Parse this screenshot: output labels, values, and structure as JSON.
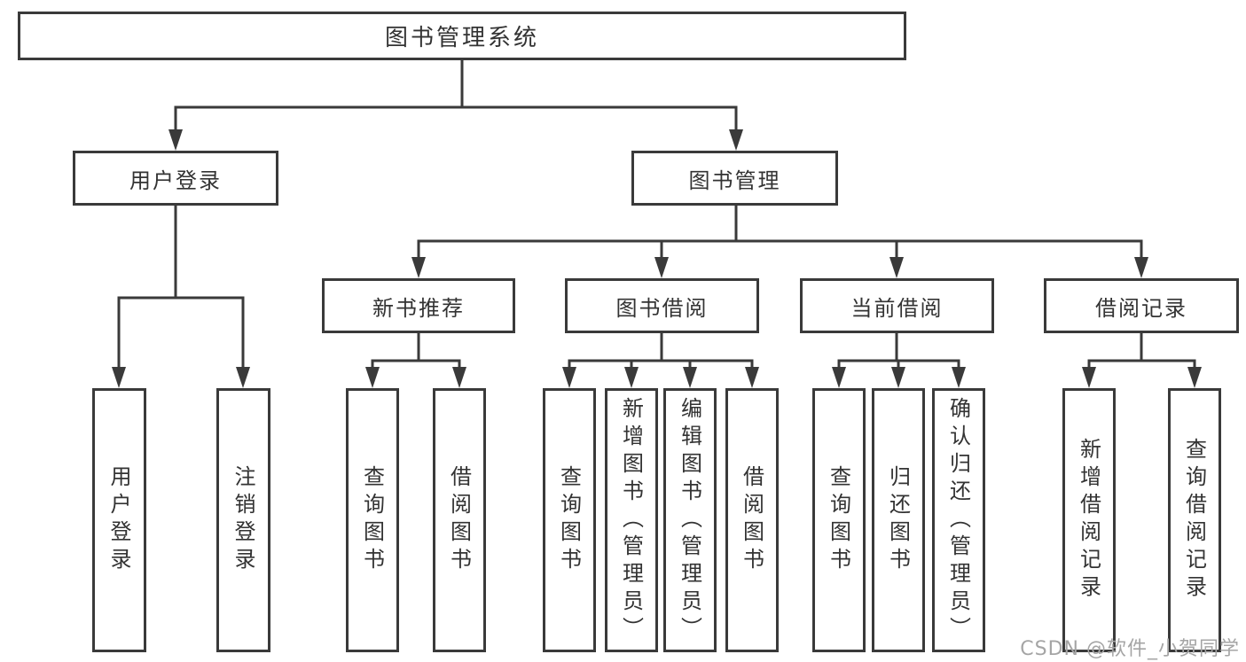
{
  "diagram": {
    "root": {
      "label": "图书管理系统"
    },
    "user_login": {
      "label": "用户登录",
      "children": [
        {
          "label": "用户登录"
        },
        {
          "label": "注销登录"
        }
      ]
    },
    "book_management": {
      "label": "图书管理",
      "modules": [
        {
          "label": "新书推荐",
          "children": [
            {
              "label": "查询图书"
            },
            {
              "label": "借阅图书"
            }
          ]
        },
        {
          "label": "图书借阅",
          "children": [
            {
              "label": "查询图书"
            },
            {
              "label": "新增图书（管理员）"
            },
            {
              "label": "编辑图书（管理员）"
            },
            {
              "label": "借阅图书"
            }
          ]
        },
        {
          "label": "当前借阅",
          "children": [
            {
              "label": "查询图书"
            },
            {
              "label": "归还图书"
            },
            {
              "label": "确认归还（管理员）"
            }
          ]
        },
        {
          "label": "借阅记录",
          "children": [
            {
              "label": "新增借阅记录"
            },
            {
              "label": "查询借阅记录"
            }
          ]
        }
      ]
    }
  },
  "watermark": {
    "text": "CSDN @软件_小贺同学"
  }
}
